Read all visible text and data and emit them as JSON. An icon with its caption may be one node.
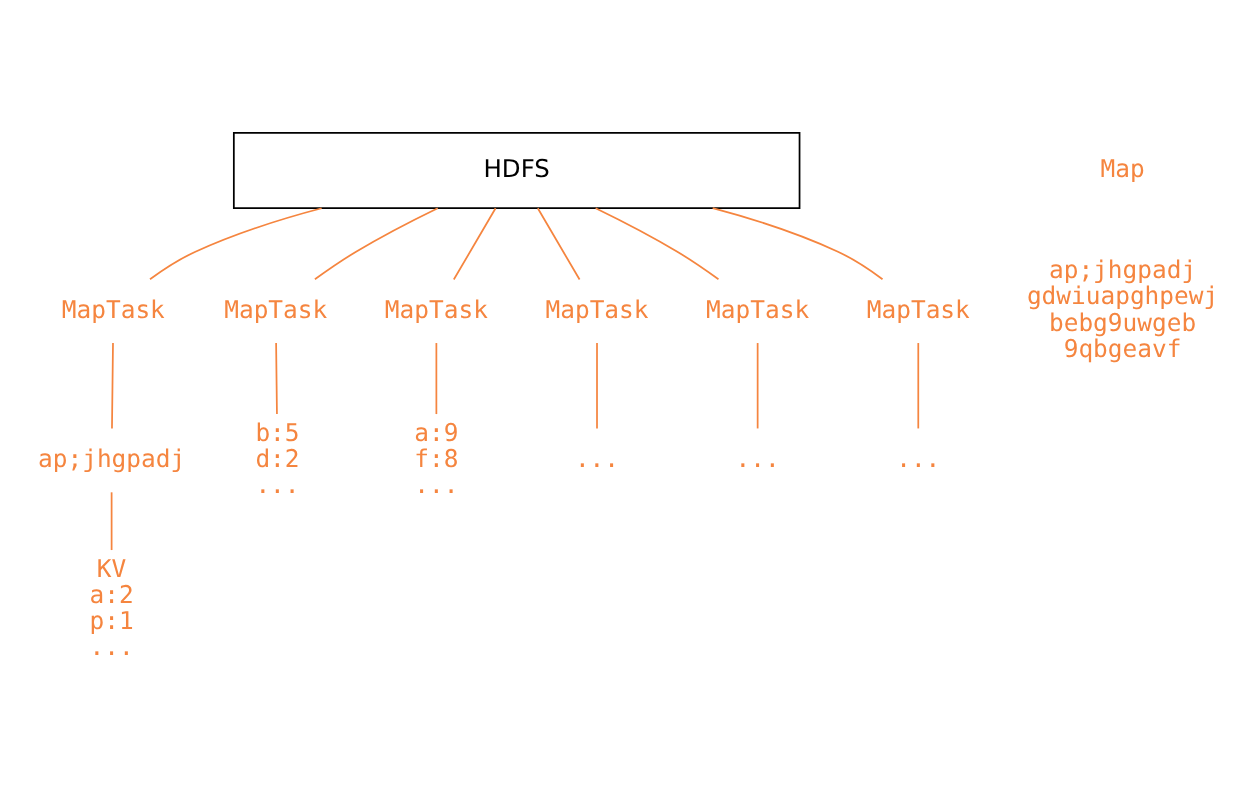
{
  "diagram": {
    "nodes": [
      {
        "text": [
          "HDFS"
        ]
      },
      {
        "text": [
          "MapTask"
        ]
      },
      {
        "text": [
          "MapTask"
        ]
      },
      {
        "text": [
          "MapTask"
        ]
      },
      {
        "text": [
          "MapTask"
        ]
      },
      {
        "text": [
          "MapTask"
        ]
      },
      {
        "text": [
          "MapTask"
        ]
      },
      {
        "text": [
          "ap;jhgpadj"
        ]
      },
      {
        "text": [
          "KV",
          "a:2",
          "p:1",
          "..."
        ]
      },
      {
        "text": [
          "b:5",
          "d:2",
          "..."
        ]
      },
      {
        "text": [
          "a:9",
          "f:8",
          "..."
        ]
      },
      {
        "text": [
          "..."
        ]
      },
      {
        "text": [
          "..."
        ]
      },
      {
        "text": [
          "..."
        ]
      }
    ],
    "edges": [
      {
        "from": 0,
        "to": 1,
        "arrow": "none"
      },
      {
        "from": 0,
        "to": 2,
        "arrow": "none"
      },
      {
        "from": 0,
        "to": 3,
        "arrow": "none"
      },
      {
        "from": 0,
        "to": 4,
        "arrow": "none"
      },
      {
        "from": 0,
        "to": 5,
        "arrow": "none"
      },
      {
        "from": 0,
        "to": 6,
        "arrow": "none"
      },
      {
        "from": 1,
        "to": 7,
        "arrow": "none"
      },
      {
        "from": 7,
        "to": 8,
        "arrow": "none"
      },
      {
        "from": 2,
        "to": 9,
        "arrow": "none"
      },
      {
        "from": 3,
        "to": 10,
        "arrow": "none"
      },
      {
        "from": 4,
        "to": 11,
        "arrow": "none"
      },
      {
        "from": 5,
        "to": 12,
        "arrow": "none"
      },
      {
        "from": 6,
        "to": 13,
        "arrow": "none"
      }
    ],
    "labels": [
      "Map",
      "ap;jhgpadj",
      "gdwiuapghpewj",
      "bebg9uwgeb",
      "9qbgeavf"
    ]
  }
}
